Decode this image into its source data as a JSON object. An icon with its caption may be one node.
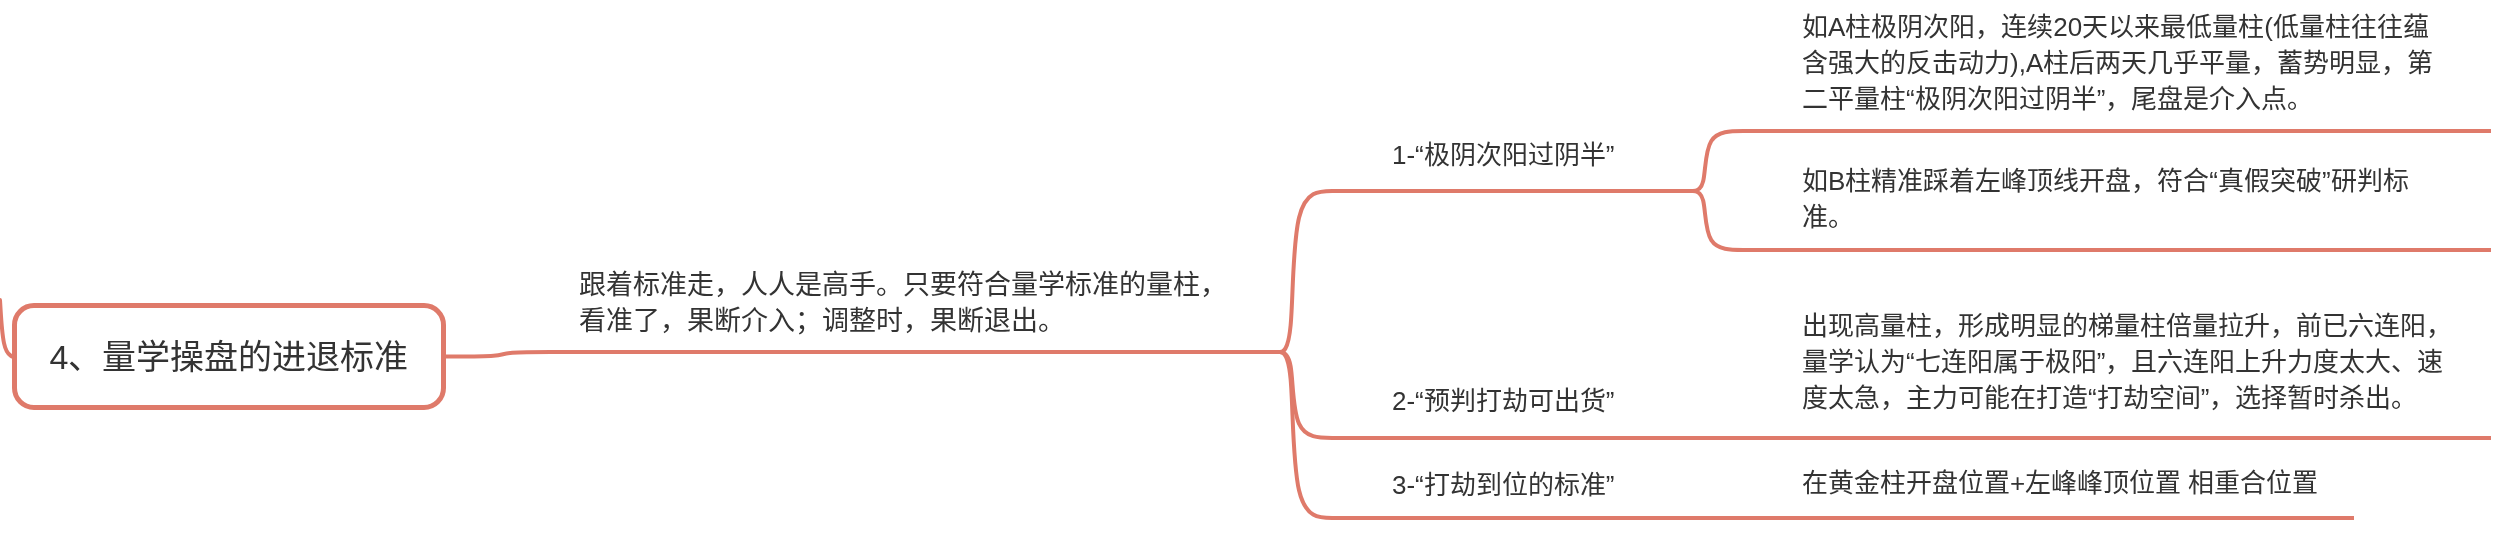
{
  "diagram": {
    "nodes": [
      {
        "text": [
          "4、量学操盘的进退标准"
        ]
      },
      {
        "text": [
          "跟着标准走，人人是高手。只要符合量学标准的量柱，看准了，果断介入；调整时，果断退出。"
        ]
      },
      {
        "text": [
          "1-“极阴次阳过阴半”"
        ]
      },
      {
        "text": [
          "如A柱极阴次阳，连续20天以来最低量柱(低量柱往往蕴含强大的反击动力),A柱后两天几乎平量，蓄势明显，第二平量柱“极阴次阳过阴半”，尾盘是介入点。"
        ]
      },
      {
        "text": [
          "如B柱精准踩着左峰顶线开盘，符合“真假突破”研判标准。"
        ]
      },
      {
        "text": [
          "2-“预判打劫可出货”"
        ]
      },
      {
        "text": [
          "出现高量柱，形成明显的梯量柱倍量拉升，前已六连阳，量学认为“七连阳属于极阳”，且六连阳上升力度太大、速度太急，主力可能在打造“打劫空间”，选择暂时杀出。"
        ]
      },
      {
        "text": [
          "3-“打劫到位的标准”"
        ]
      },
      {
        "text": [
          "在黄金柱开盘位置+左峰峰顶位置 相重合位置"
        ]
      }
    ],
    "edges": [
      {
        "from": null,
        "to": 0,
        "arrow": "none"
      },
      {
        "from": 0,
        "to": 1,
        "arrow": "none"
      },
      {
        "from": 1,
        "to": 2,
        "arrow": "none"
      },
      {
        "from": 2,
        "to": 3,
        "arrow": "none"
      },
      {
        "from": 2,
        "to": 4,
        "arrow": "none"
      },
      {
        "from": 1,
        "to": 5,
        "arrow": "none"
      },
      {
        "from": 5,
        "to": 6,
        "arrow": "none"
      },
      {
        "from": 1,
        "to": 7,
        "arrow": "none"
      },
      {
        "from": 7,
        "to": 8,
        "arrow": "none"
      }
    ]
  }
}
